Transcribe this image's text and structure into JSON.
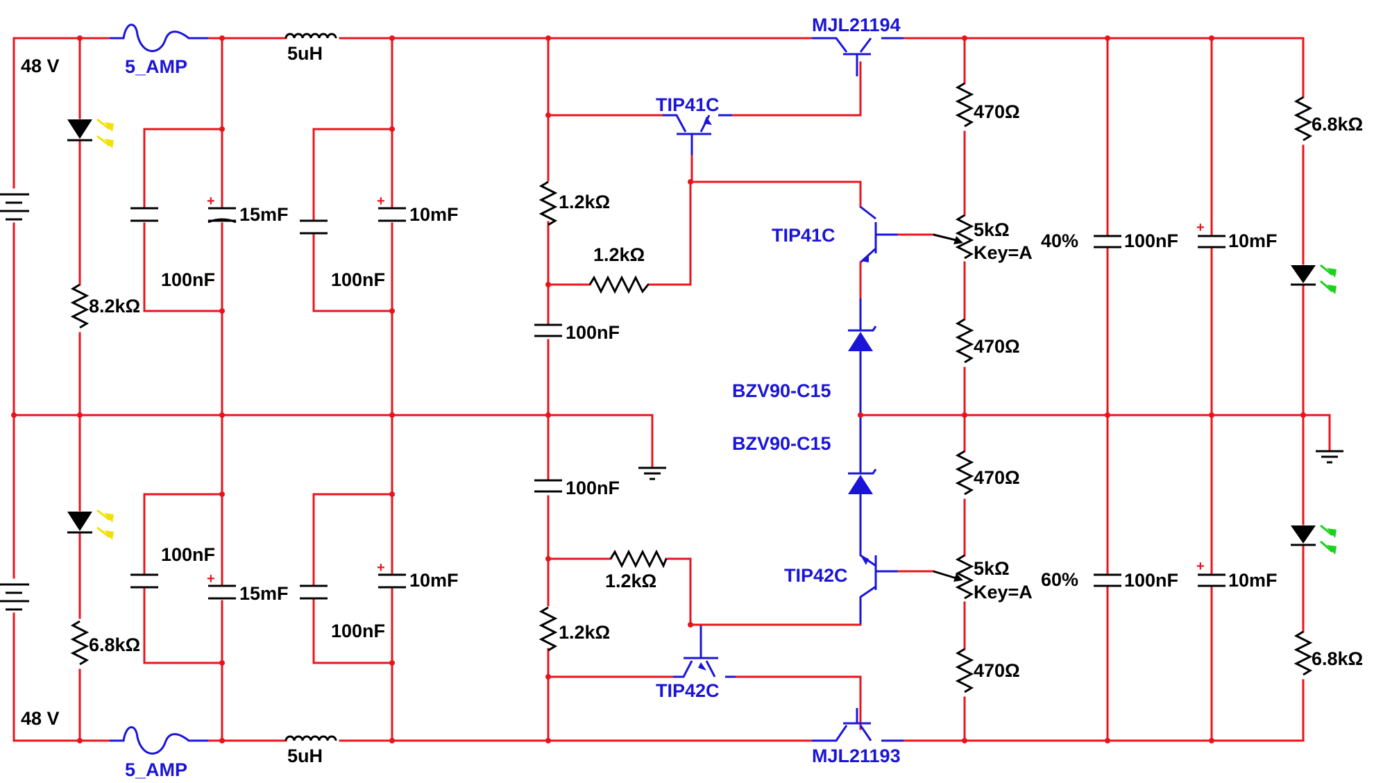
{
  "sources": {
    "top_voltage": "48 V",
    "bottom_voltage": "48 V"
  },
  "fuses": {
    "top": "5_AMP",
    "bottom": "5_AMP"
  },
  "inductors": {
    "top": "5uH",
    "bottom": "5uH"
  },
  "input_filter": {
    "top_bulk_cap": "15mF",
    "top_film_cap": "100nF",
    "top_bulk_cap2": "10mF",
    "top_film_cap2": "100nF",
    "bottom_bulk_cap": "15mF",
    "bottom_film_cap": "100nF",
    "bottom_bulk_cap2": "10mF",
    "bottom_film_cap2": "100nF",
    "top_led_resistor": "8.2kΩ",
    "bottom_led_resistor": "6.8kΩ"
  },
  "regulator": {
    "pass_top": "MJL21194",
    "pass_bottom": "MJL21193",
    "driver_top": "TIP41C",
    "driver_bottom": "TIP42C",
    "error_top": "TIP41C",
    "error_bottom": "TIP42C",
    "zener_top": "BZV90-C15",
    "zener_bottom": "BZV90-C15",
    "bias_r_top": "1.2kΩ",
    "bias_r_top2": "1.2kΩ",
    "bias_r_bottom": "1.2kΩ",
    "bias_r_bottom2": "1.2kΩ",
    "bias_cap_top": "100nF",
    "bias_cap_bottom": "100nF"
  },
  "feedback": {
    "r_top_upper": "470Ω",
    "r_top_lower": "470Ω",
    "r_bottom_upper": "470Ω",
    "r_bottom_lower": "470Ω",
    "pot_top_value": "5kΩ",
    "pot_top_key": "Key=A",
    "pot_top_setting": "40%",
    "pot_bottom_value": "5kΩ",
    "pot_bottom_key": "Key=A",
    "pot_bottom_setting": "60%"
  },
  "output_filter": {
    "top_film": "100nF",
    "top_bulk": "10mF",
    "bottom_film": "100nF",
    "bottom_bulk": "10mF",
    "top_led_resistor": "6.8kΩ",
    "bottom_led_resistor": "6.8kΩ"
  },
  "colors": {
    "wire": "#e8141c",
    "part_label": "#1a14d8",
    "input_led": "#f2e000",
    "output_led": "#19d219"
  }
}
